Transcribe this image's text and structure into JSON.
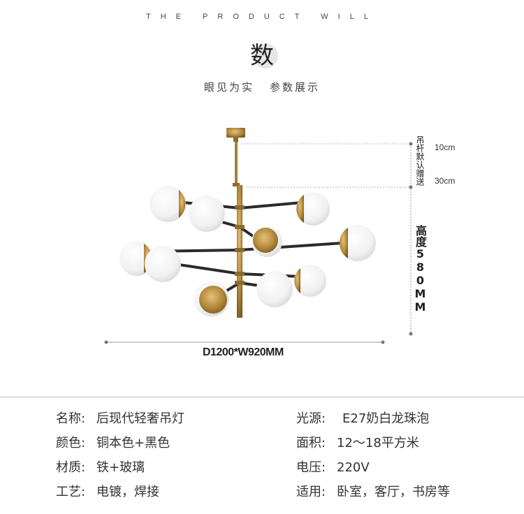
{
  "header": {
    "tagline": "THE PRODUCT WILL",
    "title_char": "数",
    "subtitle_left": "眼见为实",
    "subtitle_right": "参数展示"
  },
  "dimensions": {
    "rod_note": "吊杆默认赠送",
    "rod_top": "10cm",
    "rod_bottom": "30cm",
    "height": "高度580MM",
    "width": "D1200*W920MM"
  },
  "colors": {
    "brass": "#b58a3c",
    "arm": "#2a2a2a",
    "globe": "#f4f4f4",
    "divider": "#bdbdbd"
  },
  "specs": {
    "left": [
      {
        "key": "名称:",
        "value": "后现代轻奢吊灯"
      },
      {
        "key": "颜色:",
        "value": "铜本色+黑色"
      },
      {
        "key": "材质:",
        "value": "铁+玻璃"
      },
      {
        "key": "工艺:",
        "value": "电镀，焊接"
      }
    ],
    "right": [
      {
        "key": "光源:",
        "value": "E27奶白龙珠泡"
      },
      {
        "key": "面积:",
        "value": "12～18平方米"
      },
      {
        "key": "电压:",
        "value": "220V"
      },
      {
        "key": "适用:",
        "value": "卧室，客厅，书房等"
      }
    ]
  }
}
